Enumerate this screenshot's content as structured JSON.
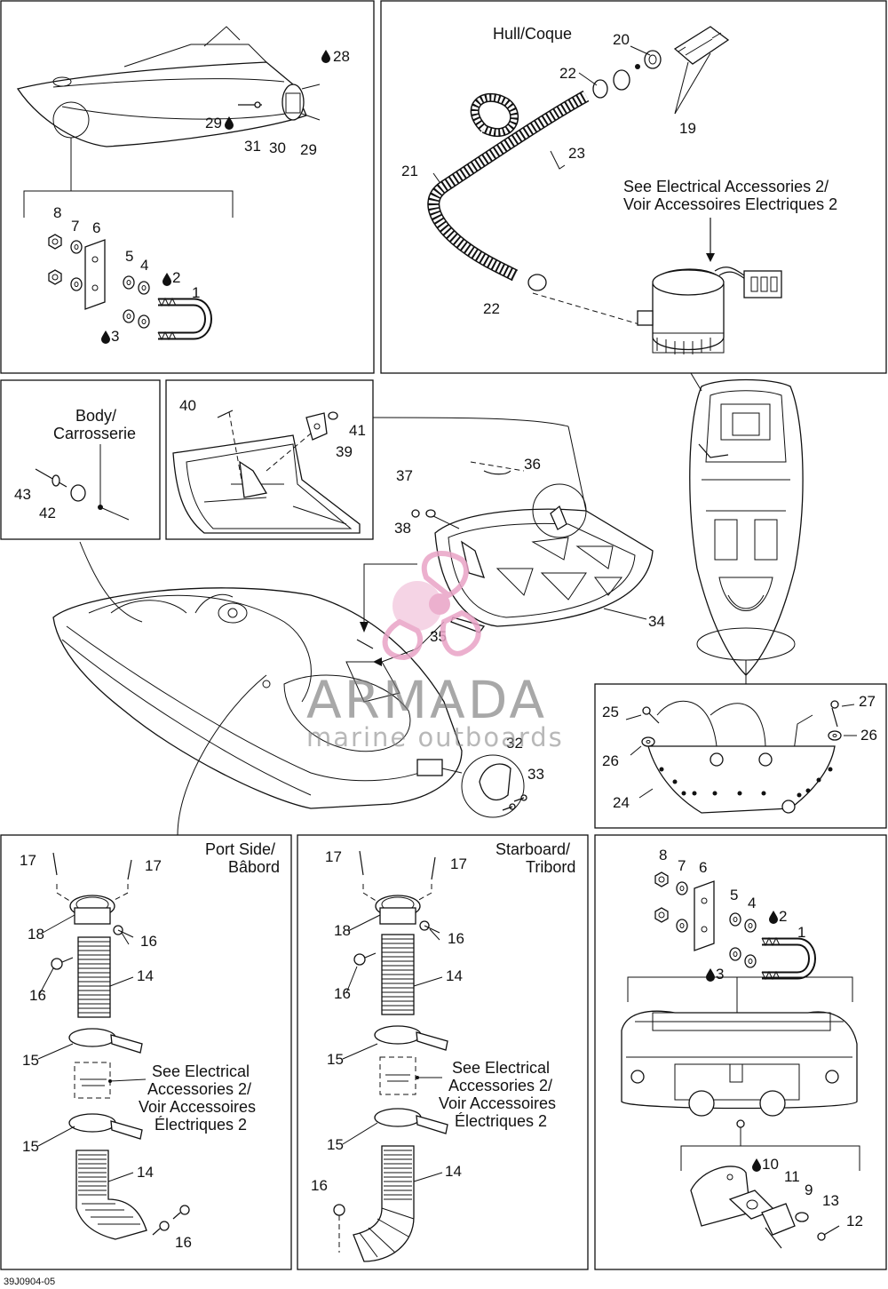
{
  "panels": {
    "transom": {
      "callouts": [
        "1",
        "2",
        "3",
        "4",
        "5",
        "6",
        "7",
        "8",
        "28",
        "29",
        "29",
        "30",
        "31"
      ]
    },
    "bilge_pump": {
      "hull_label": "Hull/Coque",
      "note": [
        "See Electrical Accessories 2/",
        "Voir Accessoires Electriques 2"
      ],
      "callouts": [
        "19",
        "20",
        "21",
        "22",
        "22",
        "23"
      ]
    },
    "body_fastener": {
      "body_label": [
        "Body/",
        "Carrosserie"
      ],
      "callouts": [
        "42",
        "43"
      ]
    },
    "floor_detail": {
      "callouts": [
        "39",
        "40",
        "41"
      ]
    },
    "main": {
      "callouts": [
        "32",
        "33",
        "34",
        "35",
        "36",
        "37",
        "38"
      ]
    },
    "bow_plate": {
      "callouts": [
        "24",
        "25",
        "26",
        "26",
        "27"
      ]
    },
    "port_vent": {
      "side_label": [
        "Port Side/",
        "Bâbord"
      ],
      "note": [
        "See Electrical",
        "Accessories 2/",
        "Voir Accessoires",
        "Électriques 2"
      ],
      "callouts": [
        "14",
        "14",
        "15",
        "15",
        "16",
        "16",
        "16",
        "17",
        "17",
        "18"
      ]
    },
    "starboard_vent": {
      "side_label": [
        "Starboard/",
        "Tribord"
      ],
      "note": [
        "See Electrical",
        "Accessories 2/",
        "Voir Accessoires",
        "Électriques 2"
      ],
      "callouts": [
        "14",
        "14",
        "15",
        "15",
        "16",
        "16",
        "16",
        "17",
        "17",
        "18"
      ]
    },
    "drain": {
      "callouts": [
        "1",
        "2",
        "3",
        "4",
        "5",
        "6",
        "7",
        "8",
        "9",
        "10",
        "11",
        "12",
        "13"
      ]
    }
  },
  "watermark": {
    "brand": "ARMADA",
    "tagline": "marine outboards"
  },
  "drawing_number": "39J0904-05",
  "colors": {
    "line": "#111111",
    "watermark_pink": "#e9a3c6",
    "watermark_text": "#7a7a7a"
  },
  "icons": {
    "sealant": "oil-drop-icon"
  }
}
